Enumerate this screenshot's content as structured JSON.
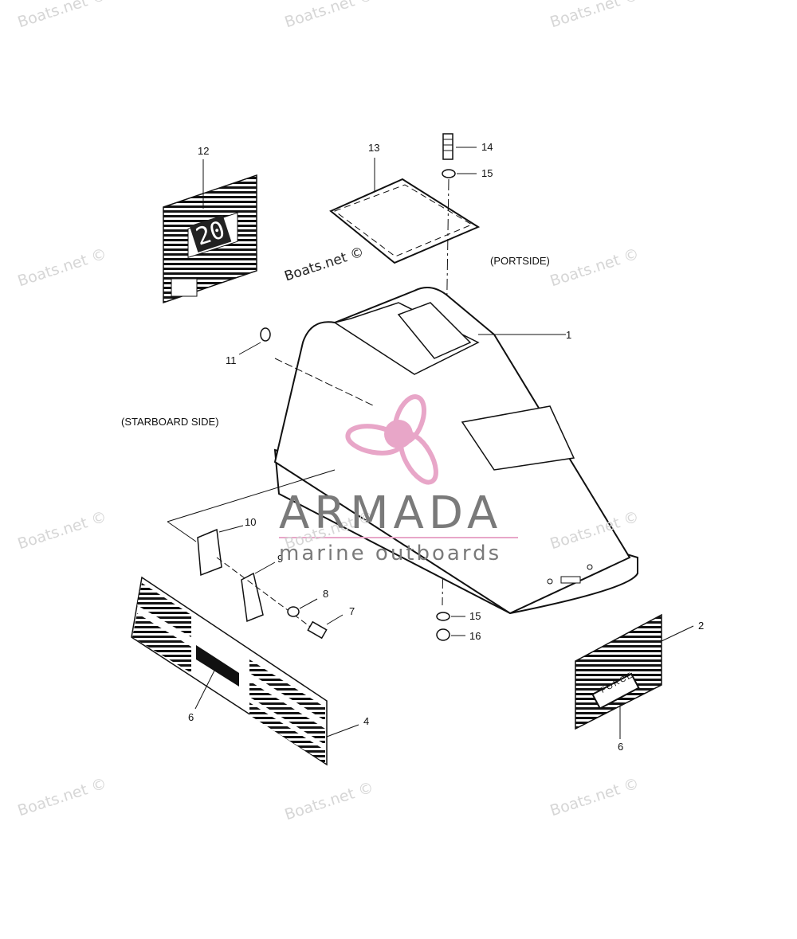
{
  "watermarks": {
    "text": "Boats.net ©",
    "overlay_text": "Boats.net ©"
  },
  "side_labels": {
    "portside": "(PORTSIDE)",
    "starboard": "(STARBOARD SIDE)"
  },
  "callouts": {
    "c1": "1",
    "c2": "2",
    "c4": "4",
    "c6a": "6",
    "c6b": "6",
    "c7": "7",
    "c8": "8",
    "c9": "9",
    "c10": "10",
    "c11": "11",
    "c12": "12",
    "c13": "13",
    "c14": "14",
    "c15a": "15",
    "c15b": "15",
    "c16": "16"
  },
  "decal_12_text": "20",
  "brand": {
    "name": "ARMADA",
    "tagline": "marine outboards",
    "logo_color": "#e8a6c8"
  },
  "decal_badge_text": "FORCE"
}
